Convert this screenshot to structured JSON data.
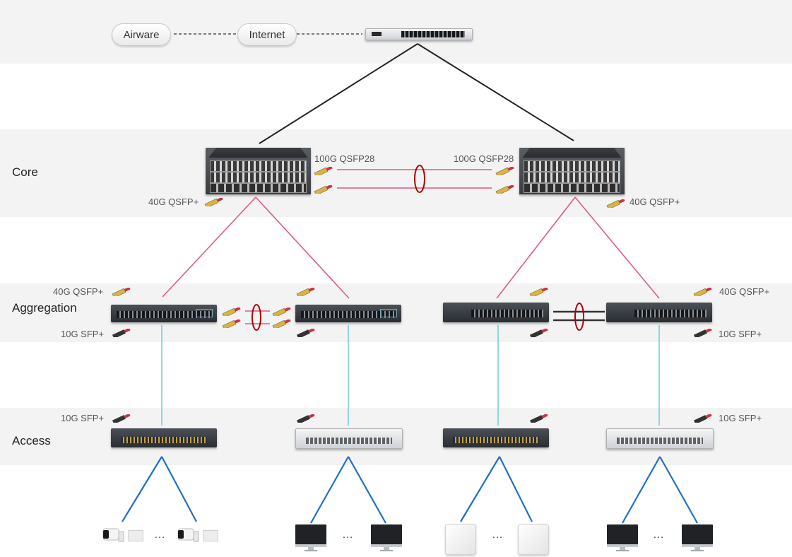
{
  "tiers": {
    "core": "Core",
    "aggregation": "Aggregation",
    "access": "Access"
  },
  "clouds": {
    "airware": "Airware",
    "internet": "Internet"
  },
  "labels": {
    "core_100g_left": "100G QSFP28",
    "core_100g_right": "100G QSFP28",
    "core_40g_left": "40G QSFP+",
    "core_40g_right": "40G QSFP+",
    "agg_40g_left": "40G QSFP+",
    "agg_40g_right": "40G QSFP+",
    "agg_10g_left": "10G SFP+",
    "agg_10g_right": "10G SFP+",
    "acc_10g_left": "10G SFP+",
    "acc_10g_right": "10G SFP+"
  },
  "ellipsis": [
    "…",
    "…",
    "…",
    "…"
  ],
  "colors": {
    "band": "#f3f3f3",
    "uplink": "#222222",
    "fiber_40g_100g": "#e05a82",
    "fiber_10g": "#62c7dc",
    "copper": "#1f6fc9",
    "lag_ring": "#b00000",
    "dac": "#333333"
  },
  "devices": {
    "router": "router",
    "core_switches": [
      "core-switch",
      "core-switch"
    ],
    "aggregation_switches": [
      "aggregation-switch",
      "aggregation-switch",
      "aggregation-switch",
      "aggregation-switch"
    ],
    "access_switches": [
      "access-switch",
      "access-switch",
      "access-switch",
      "access-switch"
    ],
    "endpoints": [
      "ip-camera",
      "desktop-monitor",
      "wireless-access-point",
      "desktop-monitor"
    ]
  }
}
